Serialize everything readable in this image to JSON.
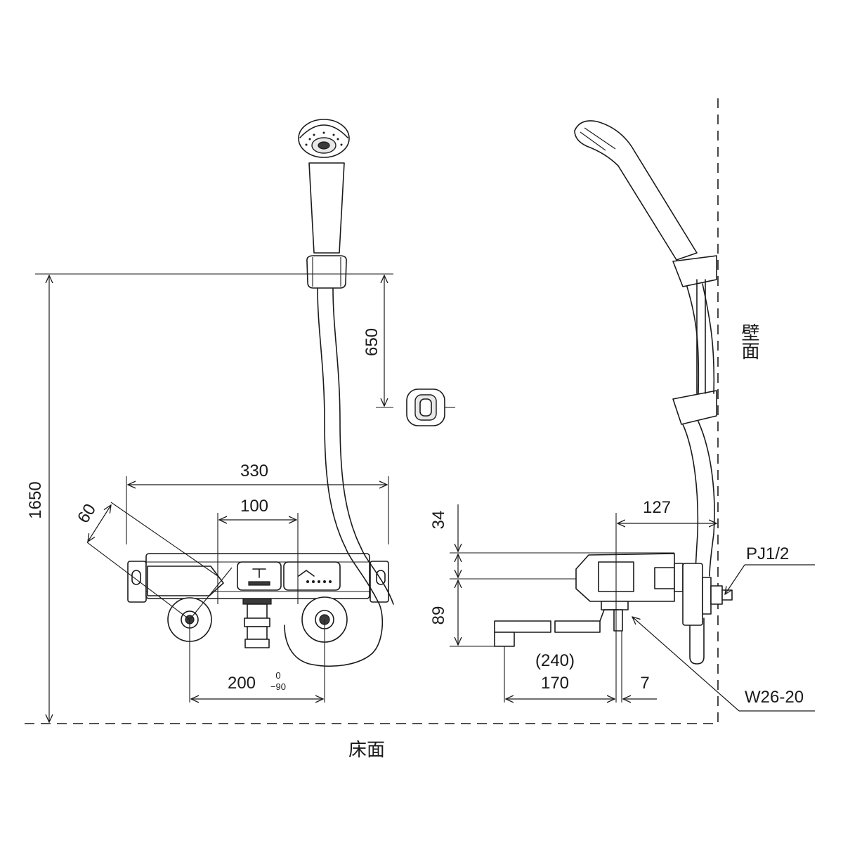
{
  "labels": {
    "wall": "壁面",
    "floor": "床面"
  },
  "dimensions": {
    "total_height": "1650",
    "slide_bar": "650",
    "width": "330",
    "handle_pitch": "100",
    "handle_offset": "60",
    "center_pitch": "200",
    "tolerance_upper": "0",
    "tolerance_lower": "−90",
    "top_height": "34",
    "body_height": "89",
    "wall_offset": "127",
    "spout_total": "(240)",
    "spout_reach": "170",
    "spout_gap": "7"
  },
  "callouts": {
    "pipe_thread": "PJ1/2",
    "spout_thread": "W26-20"
  }
}
